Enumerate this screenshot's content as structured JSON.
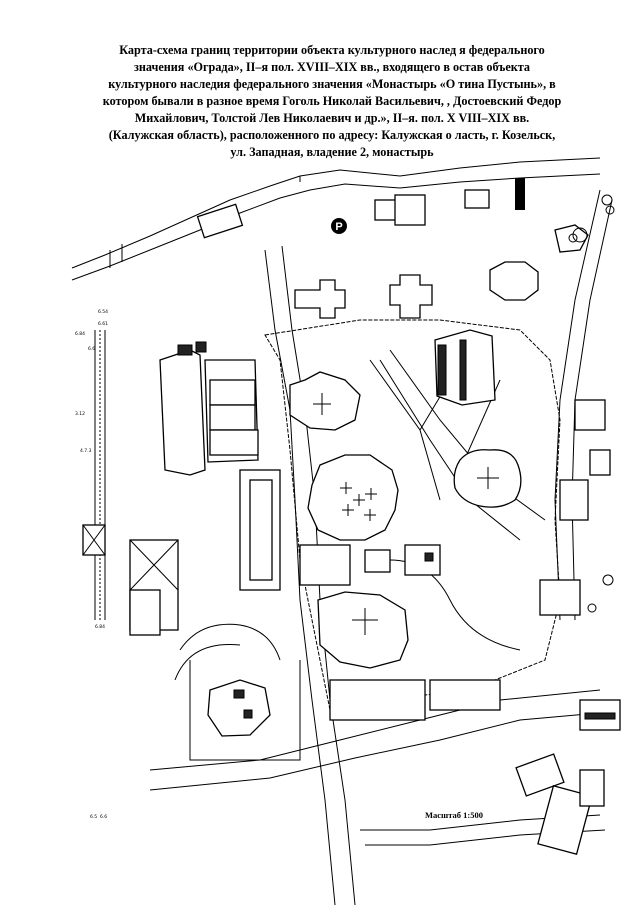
{
  "title_lines": [
    "Карта-схема границ территории объекта культурного наслед  я  федерального",
    "значения «Ограда», II–я пол. XVIII–XIX вв., входящего в  остав объекта",
    "культурного наследия федерального значения «Монастырь «О  тина Пустынь», в",
    "котором бывали в разное время Гоголь Николай Васильевич, , Достоевский Федор",
    "Михайлович, Толстой Лев Николаевич и др.», II–я. пол. X VIII–XIX вв.",
    "(Калужская область), расположенного по адресу: Калужская о  ласть, г.  Козельск,",
    "ул. Западная, владение 2, монастырь"
  ],
  "scale_label": "Масштаб 1:500",
  "parking_label": "P",
  "map_labels": {
    "elev1": "6.54",
    "elev2": "6.61",
    "elev3": "6.84",
    "elev4": "6.6",
    "elev5": "3.12",
    "elev6": "4.7.3",
    "elev7": "6.84",
    "elev8": "6.5",
    "elev9": "6.6"
  },
  "icons": {
    "parking": "parking-sign-icon",
    "trees": "tree-icon",
    "church_cross": "cross-icon"
  }
}
